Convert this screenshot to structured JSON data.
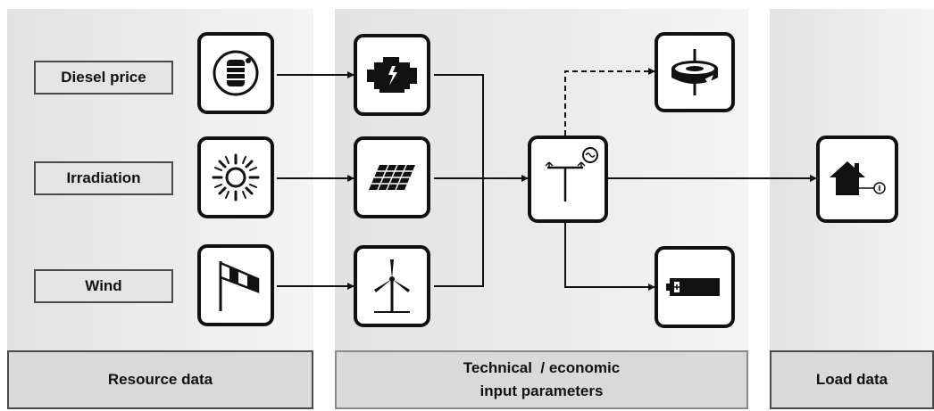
{
  "resource_labels": {
    "diesel_price": "Diesel price",
    "irradiation": "Irradiation",
    "wind": "Wind"
  },
  "footers": {
    "resource_data": "Resource data",
    "technical_line1": "Technical  / economic",
    "technical_line2": "input parameters",
    "load_data": "Load data"
  },
  "icons": {
    "fuel": "fuel-barrel-icon",
    "sun": "sun-icon",
    "windsock": "windsock-icon",
    "generator": "diesel-generator-icon",
    "pv": "solar-panel-icon",
    "turbine": "wind-turbine-icon",
    "inverter": "inverter-icon",
    "flywheel": "flywheel-icon",
    "battery": "battery-icon",
    "load": "house-load-icon"
  },
  "colors": {
    "panel": "#e8e8e8",
    "footer": "#d9d9d9",
    "line": "#111111"
  }
}
